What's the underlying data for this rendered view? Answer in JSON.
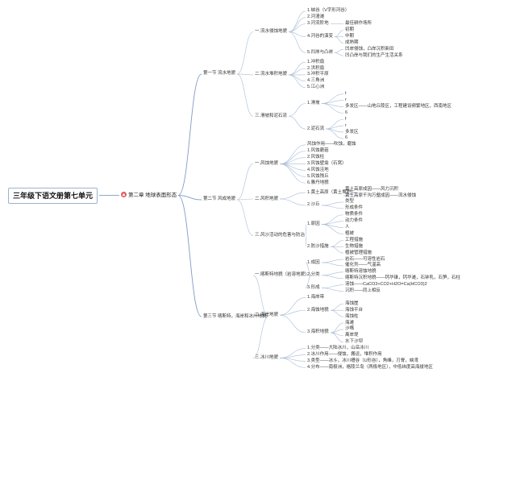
{
  "root": {
    "label": "三年级下语文册第七单元",
    "children": [
      {
        "label": "第二章 地球表面形态",
        "icon": "home-icon",
        "children": [
          {
            "label": "第一节 流水地貌",
            "children": [
              {
                "label": "一.流水侵蚀地貌",
                "children": [
                  {
                    "label": "1.峡谷（V字形河谷）"
                  },
                  {
                    "label": "2.河漫滩"
                  },
                  {
                    "label": "3.河流阶地",
                    "children": [
                      {
                        "label": "最佳耕作场所"
                      }
                    ]
                  },
                  {
                    "label": "4.河谷的演变",
                    "children": [
                      {
                        "label": "初期"
                      },
                      {
                        "label": "中期"
                      },
                      {
                        "label": "成熟期"
                      }
                    ]
                  },
                  {
                    "label": "5.凹岸与凸岸",
                    "children": [
                      {
                        "label": "凹岸侵蚀，凸岸沉积新田"
                      },
                      {
                        "label": "凹凸岸与我们的生产生活关系"
                      }
                    ]
                  }
                ]
              },
              {
                "label": "二.流水堆积地貌",
                "children": [
                  {
                    "label": "1.冲积扇"
                  },
                  {
                    "label": "2.洪积扇"
                  },
                  {
                    "label": "3.冲积平原"
                  },
                  {
                    "label": "4.三角洲"
                  },
                  {
                    "label": "5.江心洲"
                  }
                ]
              },
              {
                "label": "三.滑坡和泥石流",
                "children": [
                  {
                    "label": "1.滑坡",
                    "children": [
                      {
                        "label": "t"
                      },
                      {
                        "label": "r"
                      },
                      {
                        "label": "多发区——山地丘陵区，工程建设频繁地区，西南地区"
                      },
                      {
                        "label": "6"
                      }
                    ]
                  },
                  {
                    "label": "2.泥石流",
                    "children": [
                      {
                        "label": "f"
                      },
                      {
                        "label": "r"
                      },
                      {
                        "label": "多发区"
                      },
                      {
                        "label": "6"
                      }
                    ]
                  }
                ]
              }
            ]
          },
          {
            "label": "第二节 风成地貌",
            "children": [
              {
                "label": "一.风蚀地貌",
                "children": [
                  {
                    "label": "风蚀作用——吹蚀，磨蚀"
                  },
                  {
                    "label": "1.风蚀蘑菇"
                  },
                  {
                    "label": "2.风蚀柱"
                  },
                  {
                    "label": "3.风蚀壁龛（石窝）"
                  },
                  {
                    "label": "4.风蚀洼地"
                  },
                  {
                    "label": "5.风蚀残丘"
                  },
                  {
                    "label": "6.雅丹地貌"
                  }
                ]
              },
              {
                "label": "二.风积地貌",
                "children": [
                  {
                    "label": "1.黄土高原（黄土堆积）",
                    "children": [
                      {
                        "label": "黄土高原成因——风力沉积"
                      },
                      {
                        "label": "黄土高原千沟万壑成因——流水侵蚀"
                      }
                    ]
                  },
                  {
                    "label": "2.沙丘",
                    "children": [
                      {
                        "label": "类型"
                      },
                      {
                        "label": "形成条件"
                      }
                    ]
                  }
                ]
              },
              {
                "label": "三.风沙活动的危害与防治",
                "children": [
                  {
                    "label": "1.原因",
                    "children": [
                      {
                        "label": "物质条件"
                      },
                      {
                        "label": "动力条件"
                      },
                      {
                        "label": "人"
                      },
                      {
                        "label": "植被"
                      }
                    ]
                  },
                  {
                    "label": "2.防沙措施",
                    "children": [
                      {
                        "label": "工程措施"
                      },
                      {
                        "label": "生物措施"
                      },
                      {
                        "label": "植被管理措施"
                      }
                    ]
                  }
                ]
              }
            ]
          },
          {
            "label": "第三节 喀斯特，海岸和冰川地貌",
            "children": [
              {
                "label": "一.喀斯特地貌（岩溶地貌）",
                "children": [
                  {
                    "label": "1.成因",
                    "children": [
                      {
                        "label": "岩石——可溶性岩石"
                      },
                      {
                        "label": "催化剂——气温高"
                      }
                    ]
                  },
                  {
                    "label": "2.分类",
                    "children": [
                      {
                        "label": "喀斯特溶蚀地貌"
                      },
                      {
                        "label": "喀斯特沉积地貌——钙华锥，钙华滩，石钟乳，石笋，石柱"
                      }
                    ]
                  },
                  {
                    "label": "3.形成",
                    "children": [
                      {
                        "label": "溶蚀——CaCO3+CO2+H2O=Ca(HCO3)2"
                      },
                      {
                        "label": "沉积——同上相反"
                      }
                    ]
                  }
                ]
              },
              {
                "label": "二.海岸地貌",
                "children": [
                  {
                    "label": "1.海岸带"
                  },
                  {
                    "label": "2.海蚀地貌",
                    "children": [
                      {
                        "label": "海蚀崖"
                      },
                      {
                        "label": "海蚀平台"
                      },
                      {
                        "label": "海蚀柱"
                      }
                    ]
                  },
                  {
                    "label": "3.海积地貌",
                    "children": [
                      {
                        "label": "海滩"
                      },
                      {
                        "label": "沙嘴"
                      },
                      {
                        "label": "离岸堤"
                      },
                      {
                        "label": "水下沙坝"
                      }
                    ]
                  }
                ]
              },
              {
                "label": "三.冰川地貌",
                "children": [
                  {
                    "label": "1.分类——大陆冰川，山岳冰川"
                  },
                  {
                    "label": "2.冰川作用——侵蚀，搬运，堆积作用"
                  },
                  {
                    "label": "3.类型——冰斗，冰川槽谷（U形谷），角峰，刃脊，峡湾"
                  },
                  {
                    "label": "4.分布——南极洲，格陵兰岛（两极地区），中低纬度高海拔地区"
                  }
                ]
              }
            ]
          }
        ]
      }
    ]
  }
}
